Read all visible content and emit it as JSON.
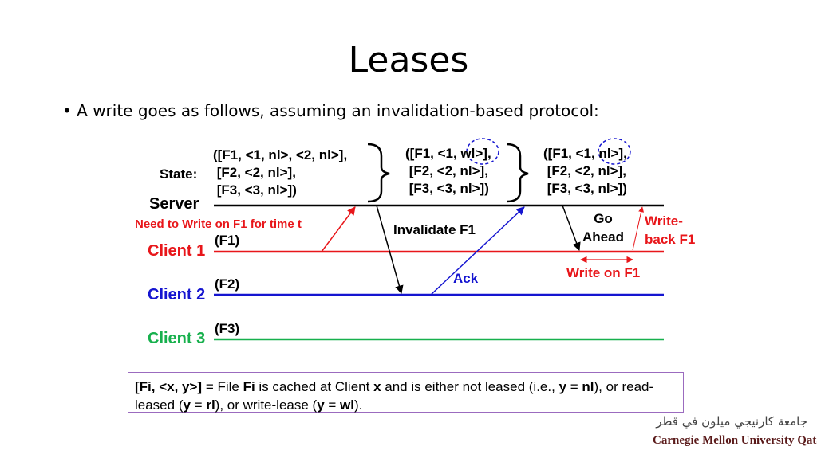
{
  "title": "Leases",
  "bullet": "A write goes as follows, assuming an invalidation-based protocol:",
  "diagram": {
    "state_label": "State:",
    "states": [
      [
        "([F1, <1, nl>, <2, nl>],",
        " [F2, <2, nl>],",
        " [F3, <3, nl>])"
      ],
      [
        "([F1, <1, wl>],",
        " [F2, <2, nl>],",
        " [F3, <3, nl>])"
      ],
      [
        "([F1, <1, nl>],",
        " [F2, <2, nl>],",
        " [F3, <3, nl>])"
      ]
    ],
    "server_label": "Server",
    "clients": [
      {
        "label": "Client 1",
        "file": "(F1)",
        "color": "#e8161a"
      },
      {
        "label": "Client 2",
        "file": "(F2)",
        "color": "#1515d0"
      },
      {
        "label": "Client 3",
        "file": "(F3)",
        "color": "#17b04d"
      }
    ],
    "messages": {
      "need_write": "Need to Write on F1 for time t",
      "invalidate": "Invalidate F1",
      "ack": "Ack",
      "go_ahead_1": "Go",
      "go_ahead_2": "Ahead",
      "write_back_1": "Write-",
      "write_back_2": "back F1",
      "write_on": "Write on F1"
    }
  },
  "legend": {
    "p1": "[Fi, <x, y>]",
    "p2": " = File ",
    "p3": "Fi",
    "p4": " is cached at Client ",
    "p5": "x",
    "p6": " and is either not leased (i.e., ",
    "p7": "y",
    "p8": " = ",
    "p9": "nl",
    "p10": "), or read-leased (",
    "p11": "y",
    "p12": " = ",
    "p13": "rl",
    "p14": "), or write-lease (",
    "p15": "y",
    "p16": " = ",
    "p17": "wl",
    "p18": ")."
  },
  "logo": {
    "arabic": "جامعة كارنيجي ميلون في قطر",
    "name": "Carnegie Mellon University Qatar"
  }
}
